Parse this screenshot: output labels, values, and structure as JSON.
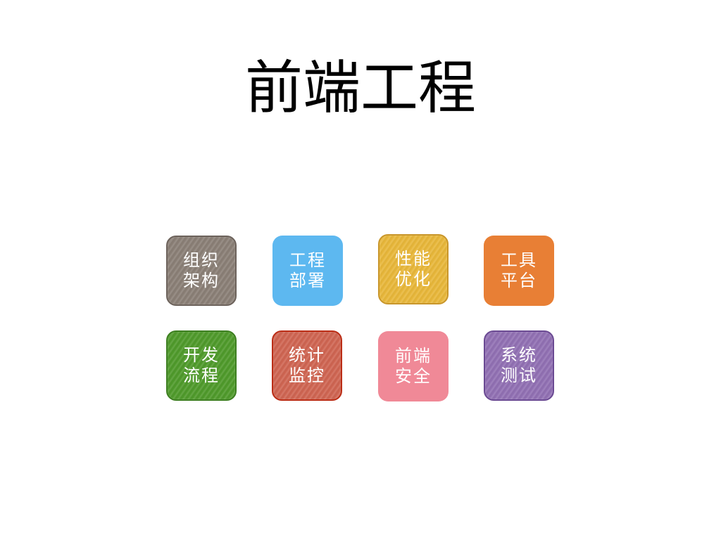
{
  "title": "前端工程",
  "tiles": [
    {
      "label": "组织架构",
      "color": "#8a7f76",
      "border": "#6c625b"
    },
    {
      "label": "工程部署",
      "color": "#5db8f0",
      "border": null
    },
    {
      "label": "性能优化",
      "color": "#e8b73a",
      "border": "#c9962a"
    },
    {
      "label": "工具平台",
      "color": "#e87f35",
      "border": null
    },
    {
      "label": "开发流程",
      "color": "#4f9a2b",
      "border": "#3d7f20"
    },
    {
      "label": "统计监控",
      "color": "#cf6552",
      "border": "#bb2d16"
    },
    {
      "label": "前端安全",
      "color": "#f08997",
      "border": null
    },
    {
      "label": "系统测试",
      "color": "#9170b3",
      "border": "#6b4a93"
    }
  ]
}
